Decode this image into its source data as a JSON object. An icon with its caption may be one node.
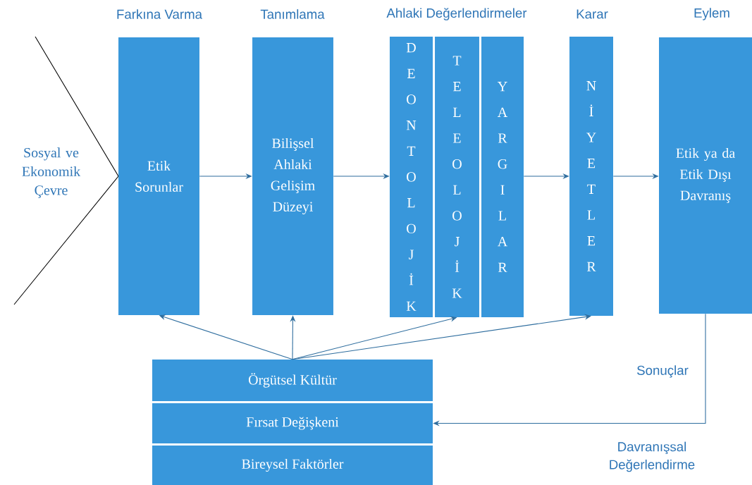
{
  "diagram": {
    "nodes": [
      {
        "text": [
          "Sosyal ve Ekonomik Çevre"
        ]
      },
      {
        "text": [
          "Etik Sorunlar"
        ]
      },
      {
        "text": [
          "Bilişsel Ahlaki Gelişim Düzeyi"
        ]
      },
      {
        "text": [
          "D E O N T O L O J İ K"
        ]
      },
      {
        "text": [
          "T E L E O L O J İ K"
        ]
      },
      {
        "text": [
          "Y A R G I L A R"
        ]
      },
      {
        "text": [
          "N İ Y E T L E R"
        ]
      },
      {
        "text": [
          "Etik ya da Etik Dışı Davranış"
        ]
      },
      {
        "text": [
          "Örgütsel Kültür"
        ]
      },
      {
        "text": [
          "Fırsat Değişkeni"
        ]
      },
      {
        "text": [
          "Bireysel Faktörler"
        ]
      }
    ],
    "edges": [
      {
        "from": 1,
        "to": 2,
        "arrow": "to"
      },
      {
        "from": 2,
        "to": 3,
        "arrow": "to"
      },
      {
        "from": 5,
        "to": 6,
        "arrow": "to"
      },
      {
        "from": 6,
        "to": 7,
        "arrow": "to"
      },
      {
        "from": 8,
        "to": 1,
        "arrow": "to"
      },
      {
        "from": 8,
        "to": 2,
        "arrow": "to"
      },
      {
        "from": 8,
        "to": 4,
        "arrow": "to"
      },
      {
        "from": 8,
        "to": 6,
        "arrow": "to"
      },
      {
        "from": 7,
        "to": 9,
        "arrow": "to"
      }
    ],
    "labels": [
      "Farkına Varma",
      "Tanımlama",
      "Ahlaki Değerlendirmeler",
      "Karar",
      "Eylem",
      "Sonuçlar",
      "Davranışsal Değerlendirme"
    ]
  }
}
